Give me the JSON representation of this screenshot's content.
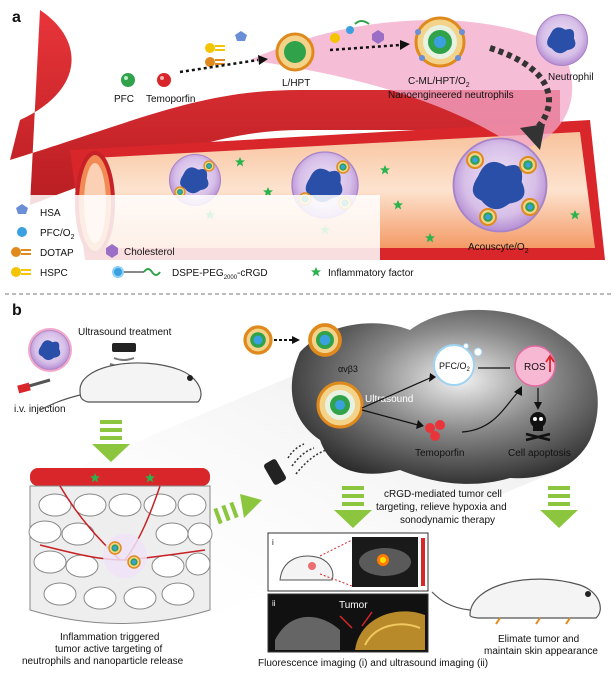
{
  "panel_a": {
    "letter": "a",
    "pfc": "PFC",
    "temoporfin": "Temoporfin",
    "lhpt": "L/HPT",
    "cml_main": "C-ML/HPT/O",
    "cml_sub": "2",
    "nanoengineered": "Nanoengineered neutrophils",
    "neutrophil": "Neutrophil",
    "acouscyte_main": "Acouscyte/O",
    "acouscyte_sub": "2",
    "legend": {
      "hsa": "HSA",
      "pfco2_main": "PFC/O",
      "pfco2_sub": "2",
      "dotap": "DOTAP",
      "cholesterol": "Cholesterol",
      "hspc": "HSPC",
      "dspe_main": "DSPE-PEG",
      "dspe_sub": "2000",
      "dspe_tail": "-cRGD",
      "inflammatory": "Inflammatory factor"
    }
  },
  "panel_b": {
    "letter": "b",
    "ultrasound_treatment": "Ultrasound treatment",
    "iv_injection": "i.v. injection",
    "avb3": "αvβ3",
    "ultrasound": "Ultrasound",
    "pfco2_main": "PFC/O",
    "pfco2_sub": "2",
    "ros": "ROS",
    "temoporfin": "Temoporfin",
    "apoptosis": "Cell apoptosis",
    "crgd_1": "cRGD-mediated tumor cell",
    "crgd_2": "targeting, relieve hypoxia and",
    "crgd_3": "sonodynamic therapy",
    "roman_i": "i",
    "roman_ii": "ii",
    "tumor": "Tumor",
    "inflam_1": "Inflammation triggered",
    "inflam_2": "tumor active targeting of",
    "inflam_3": "neutrophils and nanoparticle release",
    "fluor": "Fluorescence imaging (i) and ultrasound imaging (ii)",
    "elim_1": "Elimate tumor and",
    "elim_2": "maintain skin appearance"
  },
  "colors": {
    "vessel_red": "#d8262b",
    "vessel_inner": "#f6a173",
    "arrow_green": "#8cc63f",
    "star_green": "#2bb24c",
    "cell_purple": "#c7a6dd",
    "nucleus_blue": "#2a4fa8",
    "tumor_dark": "#2c2c2c"
  }
}
